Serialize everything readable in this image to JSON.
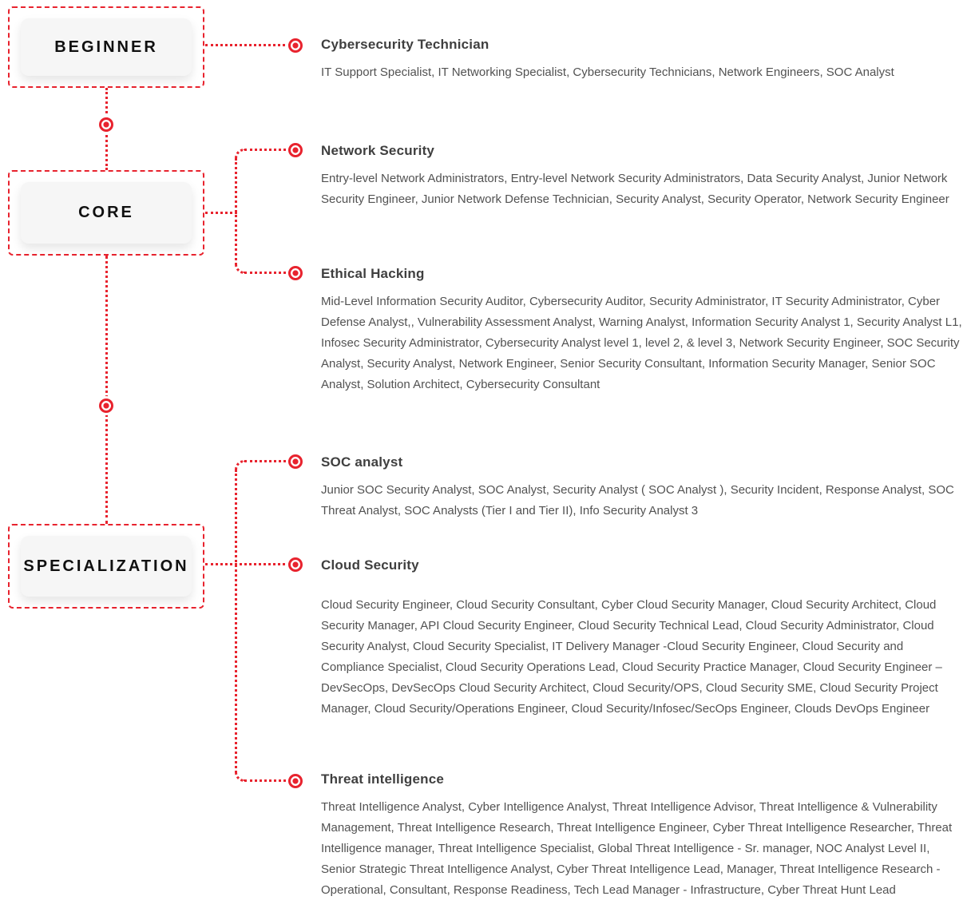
{
  "palette": {
    "red": "#e8232e",
    "box_fill": "#f6f6f6",
    "title_color": "#3f3f3f",
    "body_color": "#525252",
    "label_color": "#101010"
  },
  "stages": [
    {
      "id": "beginner",
      "label": "BEGINNER"
    },
    {
      "id": "core",
      "label": "CORE"
    },
    {
      "id": "specialization",
      "label": "SPECIALIZATION"
    }
  ],
  "tracks": [
    {
      "id": "cybersecurity-technician",
      "title": "Cybersecurity Technician",
      "roles": "IT Support Specialist, IT Networking Specialist, Cybersecurity Technicians, Network Engineers, SOC Analyst"
    },
    {
      "id": "network-security",
      "title": "Network Security",
      "roles": "Entry-level Network Administrators, Entry-level Network Security Administrators, Data Security Analyst, Junior Network Security Engineer, Junior Network Defense Technician, Security Analyst, Security Operator, Network Security Engineer"
    },
    {
      "id": "ethical-hacking",
      "title": "Ethical Hacking",
      "roles": "Mid-Level Information Security Auditor, Cybersecurity Auditor, Security Administrator, IT Security Administrator, Cyber Defense Analyst,, Vulnerability Assessment Analyst, Warning Analyst, Information Security Analyst 1, Security Analyst L1, Infosec Security Administrator, Cybersecurity Analyst level 1, level 2, & level 3, Network Security Engineer, SOC Security Analyst, Security Analyst, Network Engineer, Senior Security Consultant, Information Security Manager, Senior SOC Analyst, Solution Architect, Cybersecurity Consultant"
    },
    {
      "id": "soc-analyst",
      "title": "SOC analyst",
      "roles": "Junior SOC Security Analyst, SOC Analyst, Security Analyst ( SOC Analyst ), Security Incident, Response Analyst, SOC Threat Analyst, SOC Analysts (Tier I and Tier II), Info Security Analyst 3"
    },
    {
      "id": "cloud-security",
      "title": "Cloud Security",
      "roles": "Cloud Security Engineer, Cloud Security Consultant, Cyber Cloud Security Manager, Cloud Security Architect, Cloud Security Manager, API Cloud Security Engineer, Cloud Security Technical Lead, Cloud Security Administrator, Cloud Security Analyst, Cloud Security Specialist, IT Delivery Manager -Cloud Security Engineer, Cloud Security and Compliance Specialist, Cloud Security Operations Lead, Cloud Security Practice Manager, Cloud Security Engineer – DevSecOps, DevSecOps Cloud Security Architect, Cloud Security/OPS, Cloud Security SME, Cloud Security Project Manager, Cloud Security/Operations Engineer, Cloud Security/Infosec/SecOps Engineer, Clouds DevOps Engineer"
    },
    {
      "id": "threat-intelligence",
      "title": "Threat intelligence",
      "roles": "Threat Intelligence Analyst, Cyber Intelligence Analyst, Threat Intelligence Advisor, Threat Intelligence & Vulnerability Management, Threat Intelligence Research, Threat Intelligence Engineer, Cyber Threat Intelligence Researcher, Threat Intelligence manager, Threat Intelligence Specialist, Global Threat Intelligence - Sr. manager, NOC Analyst Level II, Senior Strategic Threat Intelligence Analyst, Cyber Threat Intelligence Lead, Manager, Threat Intelligence Research - Operational, Consultant, Response Readiness, Tech Lead Manager - Infrastructure, Cyber Threat Hunt Lead"
    }
  ]
}
